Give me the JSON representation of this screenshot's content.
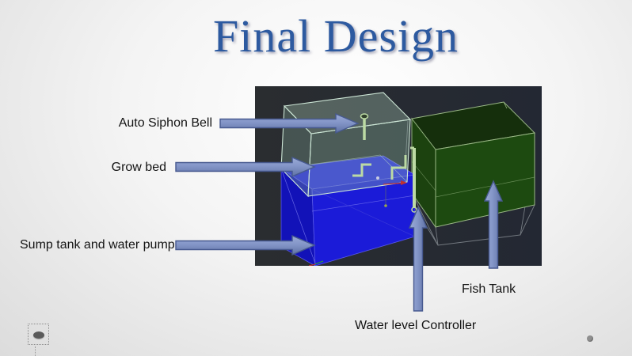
{
  "slide": {
    "title": "Final Design",
    "title_color": "#2d5aa0"
  },
  "callouts": {
    "auto_siphon_bell": "Auto Siphon Bell",
    "grow_bed": "Grow bed",
    "sump_tank": "Sump tank and water pump",
    "fish_tank": "Fish Tank",
    "water_level_controller": "Water level Controller"
  },
  "diagram": {
    "type": "cad-3d-model",
    "parts": [
      "grow bed (teal wireframe box)",
      "sump tank (blue box)",
      "fish tank (dark green box)",
      "auto siphon bell pipe",
      "water level controller pipe"
    ],
    "colors": {
      "canvas_background": "#282c33",
      "grow_bed_teal": "#a9cdb5",
      "sump_tank_blue": "#1a1ad0",
      "fish_tank_green": "#1d4a10",
      "pipe_green": "#bcdaa4",
      "arrow_fill": "#7a8cc0",
      "arrow_border": "#47598f",
      "red_marker": "#c03030"
    }
  }
}
